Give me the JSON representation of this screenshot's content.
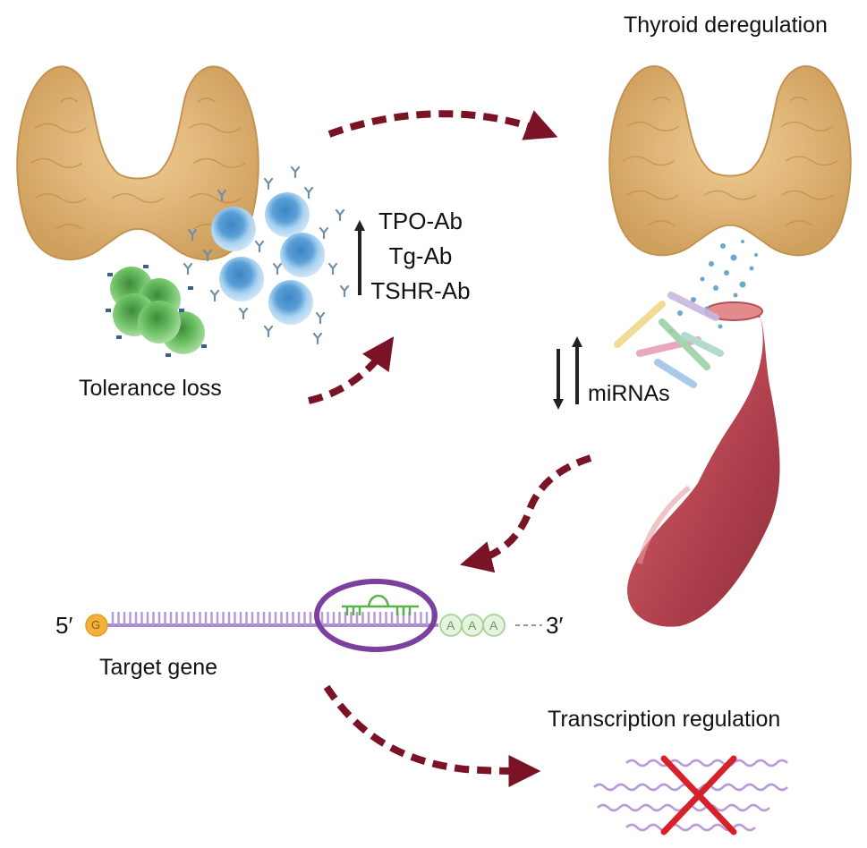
{
  "labels": {
    "thyroid_deregulation": "Thyroid deregulation",
    "tolerance_loss": "Tolerance loss",
    "antibodies": [
      "TPO-Ab",
      "Tg-Ab",
      "TSHR-Ab"
    ],
    "mirnas": "miRNAs",
    "target_gene": "Target gene",
    "transcription_regulation": "Transcription regulation",
    "five_prime": "5′",
    "three_prime": "3′",
    "cap": "G",
    "poly_a": [
      "A",
      "A",
      "A"
    ]
  },
  "colors": {
    "dashed_arrow": "#7a1326",
    "thyroid": "#e3b77a",
    "thyroid_dark": "#c99a57",
    "t_cell_green": "#6bbf63",
    "b_cell_blue": "#8cc4ea",
    "mrna_line": "#a98ccc",
    "highlight_circle": "#7b3fa0",
    "mirna_green": "#5ab04a",
    "vessel": "#c0505a",
    "cross_red": "#d6202a"
  },
  "icons": [
    "thyroid-gland-icon",
    "t-cell-icon",
    "b-cell-icon",
    "antibody-icon",
    "blood-vessel-icon",
    "mirna-icon",
    "mrna-icon",
    "cross-icon"
  ]
}
